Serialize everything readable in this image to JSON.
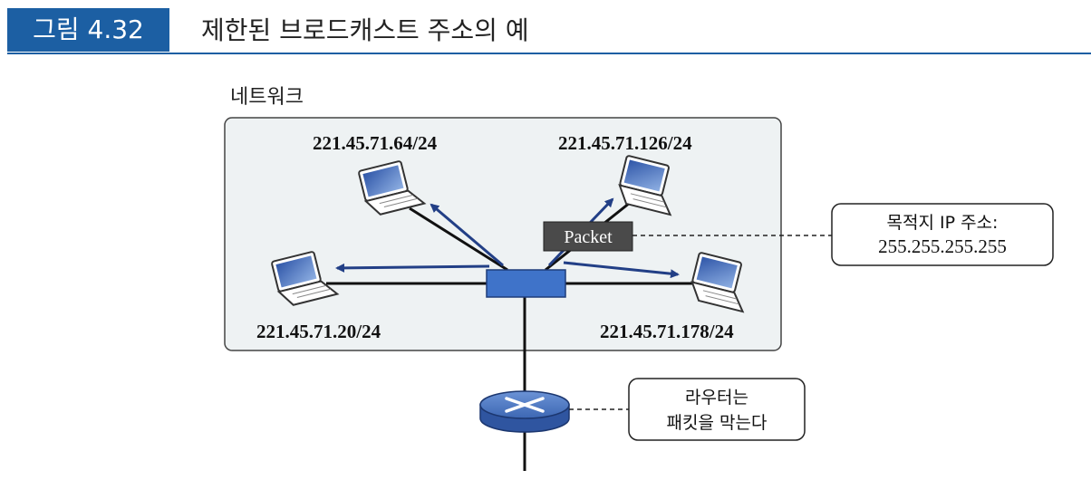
{
  "header": {
    "figure_number": "그림 4.32",
    "title": "제한된 브로드캐스트 주소의 예"
  },
  "network": {
    "label": "네트워크"
  },
  "hosts": [
    {
      "ip": "221.45.71.64/24"
    },
    {
      "ip": "221.45.71.126/24"
    },
    {
      "ip": "221.45.71.20/24"
    },
    {
      "ip": "221.45.71.178/24"
    }
  ],
  "packet": {
    "label": "Packet"
  },
  "callout_destination": {
    "line1": "목적지 IP 주소:",
    "line2": "255.255.255.255"
  },
  "callout_router": {
    "line1": "라우터는",
    "line2": "패킷을 막는다"
  },
  "colors": {
    "accent": "#1c5fa3",
    "arrow": "#223f86",
    "switch": "#3f73c9",
    "network_bg": "#eef2f3",
    "packet_bg": "#4a4a4a"
  }
}
